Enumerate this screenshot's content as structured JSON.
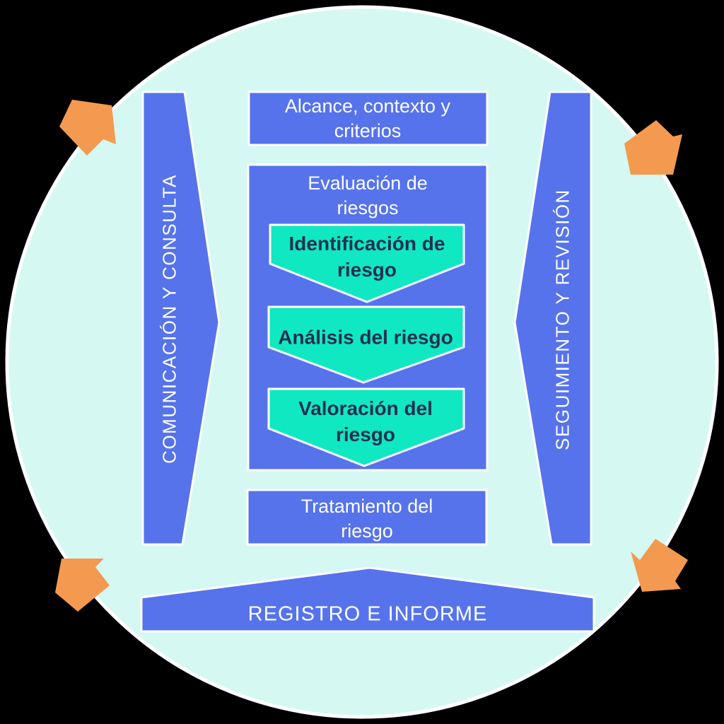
{
  "palette": {
    "page-bg": "#000000",
    "circle-fill": "#d5f8f3",
    "box-blue": "#5673ec",
    "chevron-teal": "#10e8c2",
    "arrow-orange": "#f49a50",
    "text-light": "#ffffff",
    "text-dark": "#22304f",
    "stroke-white": "#ffffff"
  },
  "diagram": {
    "left_bar": {
      "label": "COMUNICACIÓN Y CONSULTA"
    },
    "right_bar": {
      "label": "SEGUIMIENTO Y REVISIÓN"
    },
    "top_box": {
      "label": "Alcance, contexto y criterios"
    },
    "assessment_box": {
      "label": "Evaluación de riesgos",
      "steps": [
        {
          "label": "Identificación de riesgo"
        },
        {
          "label": "Análisis del riesgo"
        },
        {
          "label": "Valoración del riesgo"
        }
      ]
    },
    "treatment_box": {
      "label": "Tratamiento del riesgo"
    },
    "bottom_banner": {
      "label": "REGISTRO E INFORME"
    },
    "corner_arrows": {
      "top_left": "cycle-arrow-top-left-icon",
      "top_right": "cycle-arrow-top-right-icon",
      "bottom_left": "cycle-arrow-bottom-left-icon",
      "bottom_right": "cycle-arrow-bottom-right-icon"
    }
  }
}
